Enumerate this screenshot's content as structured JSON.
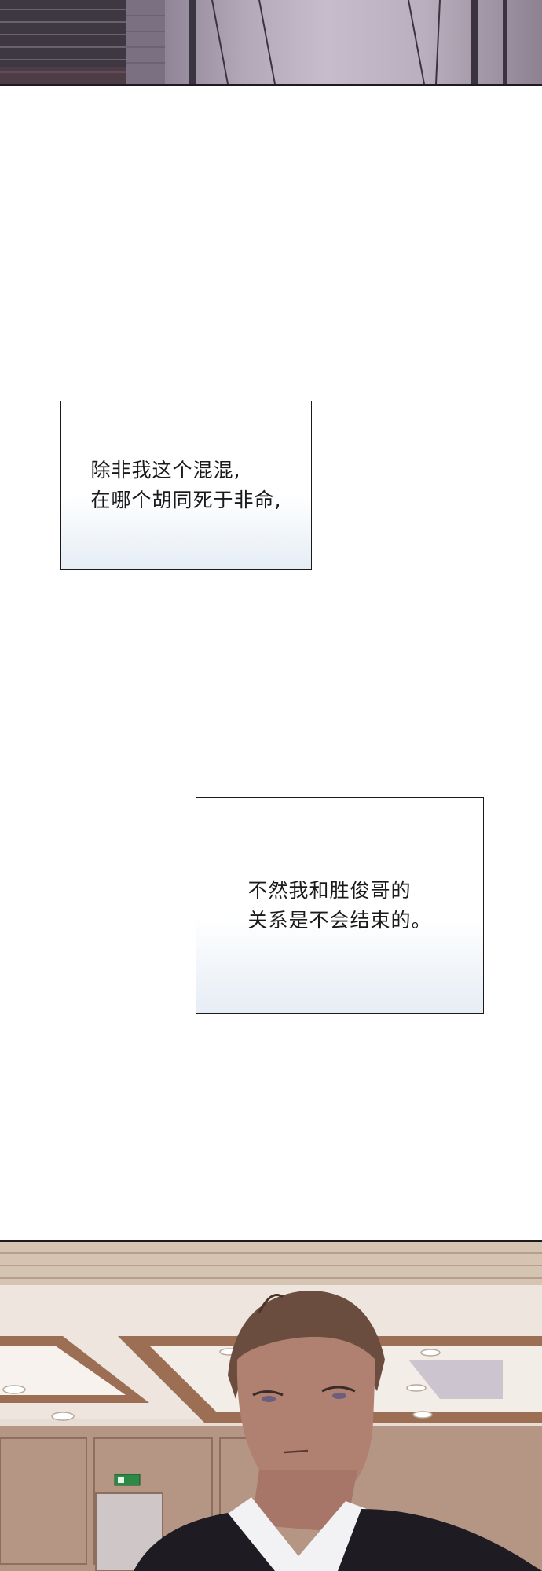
{
  "captions": [
    {
      "lines": [
        "除非我这个混混,",
        "在哪个胡同死于非命,"
      ]
    },
    {
      "lines": [
        "不然我和胜俊哥的",
        "关系是不会结束的。"
      ]
    }
  ],
  "colors": {
    "caption_border": "#1a1a1a",
    "caption_gradient_bottom": "#e6edf5",
    "panel_border": "#1e1a1e",
    "top_panel_tone": "#b3a8b8",
    "bottom_panel_tone": "#e7ddd5"
  },
  "illustrations": {
    "top": "partial-scene-illustration",
    "bottom": "man-in-suit-illustration",
    "exit_sign": "exit-sign-icon"
  }
}
